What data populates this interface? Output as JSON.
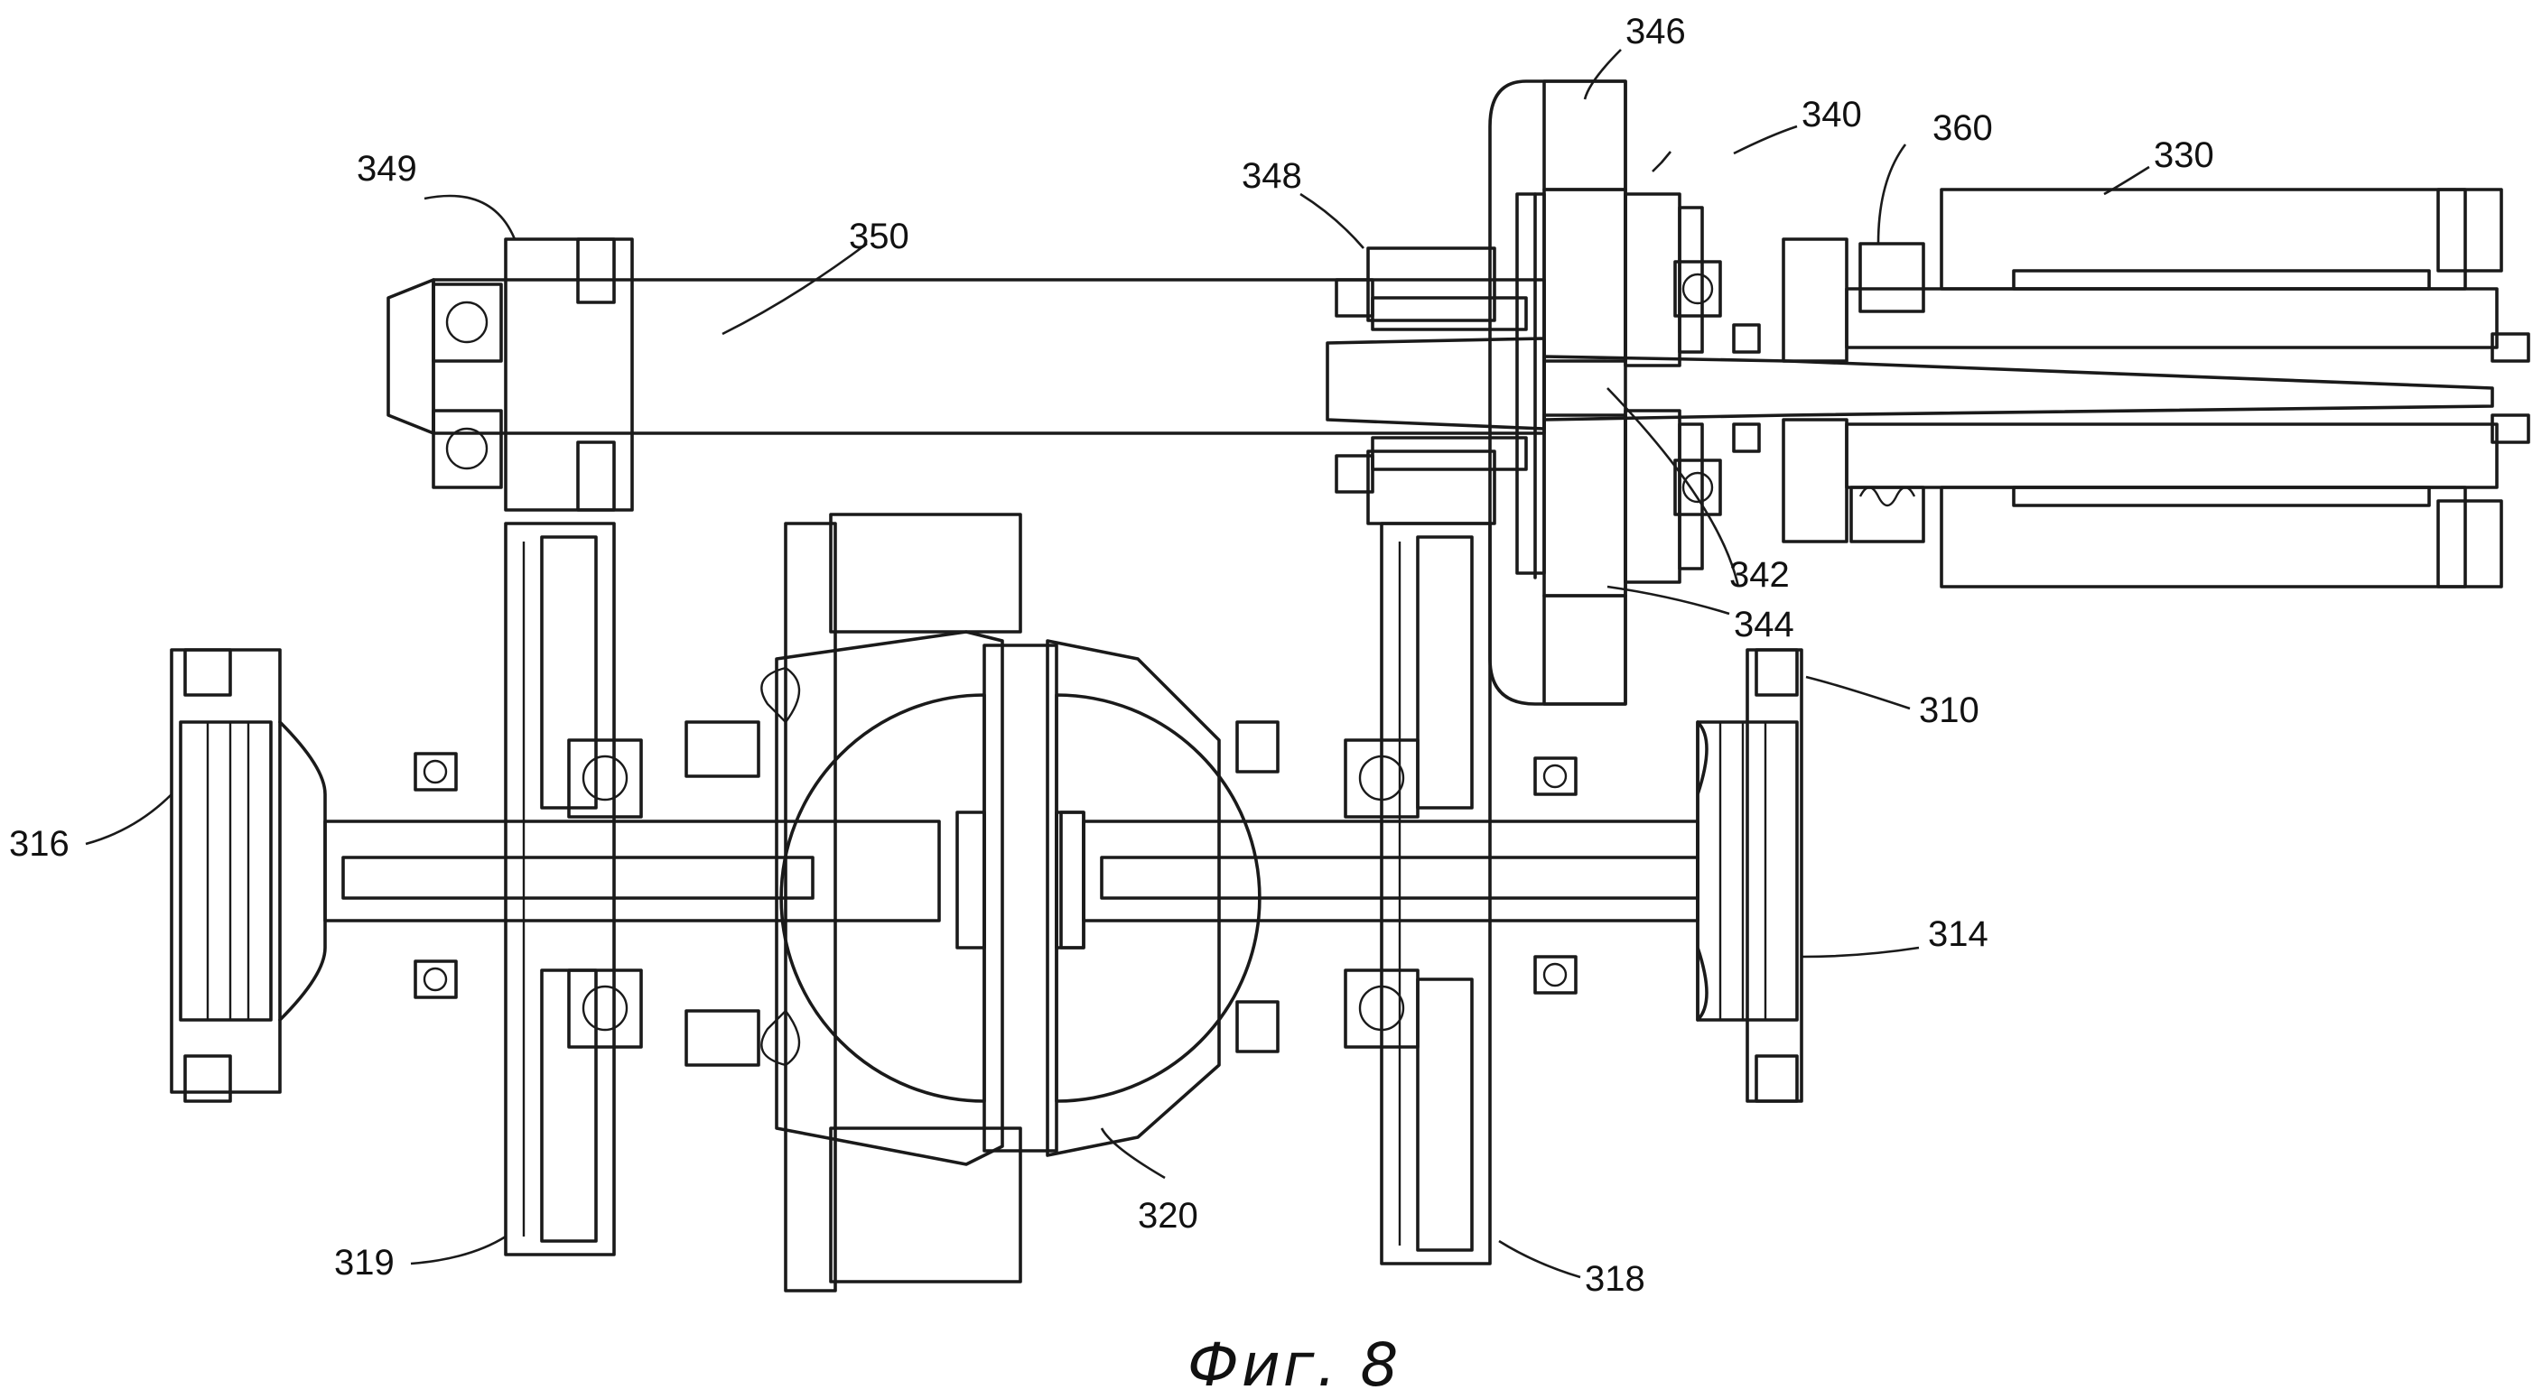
{
  "figure": {
    "caption": "Фиг. 8",
    "labels": {
      "l310": "310",
      "l314": "314",
      "l316": "316",
      "l318": "318",
      "l319": "319",
      "l320": "320",
      "l330": "330",
      "l340": "340",
      "l342": "342",
      "l344": "344",
      "l346": "346",
      "l348": "348",
      "l349": "349",
      "l350": "350",
      "l360": "360"
    }
  }
}
